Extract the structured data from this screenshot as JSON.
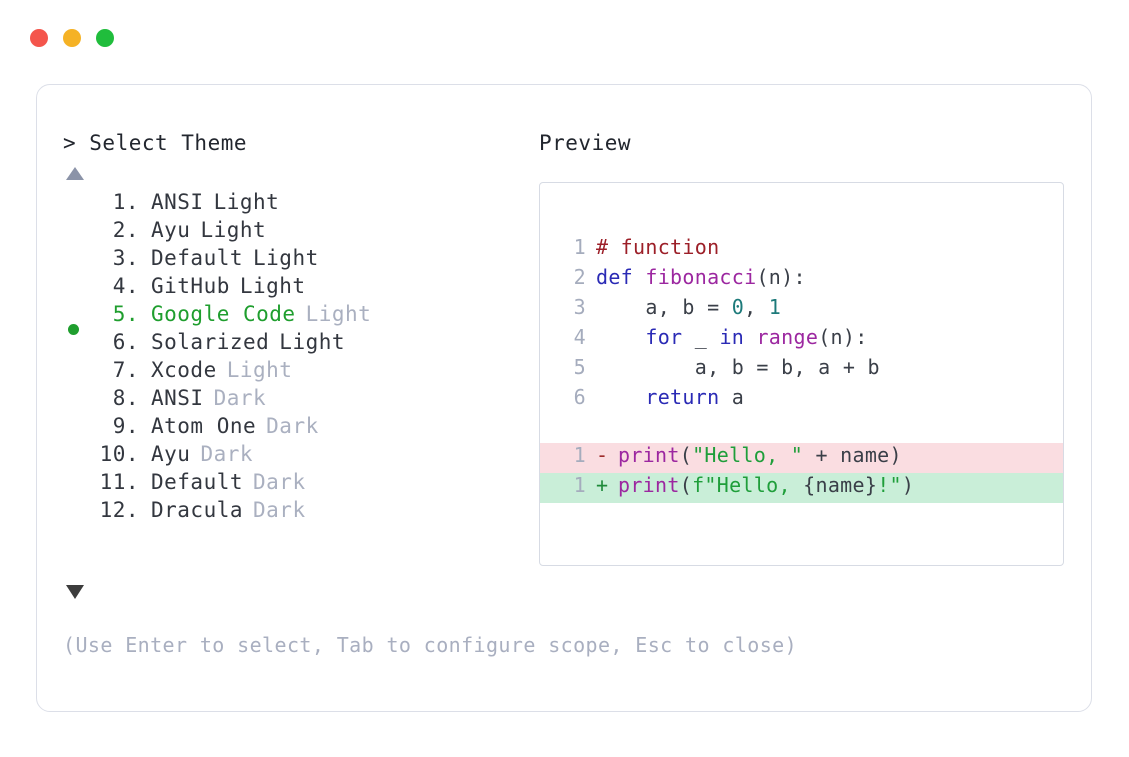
{
  "window": {
    "traffic_lights": [
      {
        "name": "close",
        "color": "#f4554c"
      },
      {
        "name": "minimize",
        "color": "#f5b225"
      },
      {
        "name": "maximize",
        "color": "#20bd3c"
      }
    ]
  },
  "left_panel": {
    "prompt": "> Select Theme",
    "scroll_up_icon": "triangle-up-icon",
    "scroll_down_icon": "triangle-down-icon",
    "selected_index": 5,
    "selected_color": "#1f9e2e",
    "items": [
      {
        "index": " 1.",
        "name": "ANSI",
        "variant": "Light",
        "variant_muted": false,
        "selected": false
      },
      {
        "index": " 2.",
        "name": "Ayu",
        "variant": "Light",
        "variant_muted": false,
        "selected": false
      },
      {
        "index": " 3.",
        "name": "Default",
        "variant": "Light",
        "variant_muted": false,
        "selected": false
      },
      {
        "index": " 4.",
        "name": "GitHub",
        "variant": "Light",
        "variant_muted": false,
        "selected": false
      },
      {
        "index": " 5.",
        "name": "Google Code",
        "variant": "Light",
        "variant_muted": true,
        "selected": true
      },
      {
        "index": " 6.",
        "name": "Solarized",
        "variant": "Light",
        "variant_muted": false,
        "selected": false
      },
      {
        "index": " 7.",
        "name": "Xcode",
        "variant": "Light",
        "variant_muted": true,
        "selected": false
      },
      {
        "index": " 8.",
        "name": "ANSI",
        "variant": "Dark",
        "variant_muted": true,
        "selected": false
      },
      {
        "index": " 9.",
        "name": "Atom One",
        "variant": "Dark",
        "variant_muted": true,
        "selected": false
      },
      {
        "index": "10.",
        "name": "Ayu",
        "variant": "Dark",
        "variant_muted": true,
        "selected": false
      },
      {
        "index": "11.",
        "name": "Default",
        "variant": "Dark",
        "variant_muted": true,
        "selected": false
      },
      {
        "index": "12.",
        "name": "Dracula",
        "variant": "Dark",
        "variant_muted": true,
        "selected": false
      }
    ]
  },
  "hint": "(Use Enter to select, Tab to configure scope, Esc to close)",
  "preview": {
    "title": "Preview",
    "code_lines": [
      {
        "num": "1",
        "tokens": [
          {
            "t": "# function",
            "c": "t-com"
          }
        ]
      },
      {
        "num": "2",
        "tokens": [
          {
            "t": "def ",
            "c": "t-kw"
          },
          {
            "t": "fibonacci",
            "c": "t-fn"
          },
          {
            "t": "(n):",
            "c": "t-pl"
          }
        ]
      },
      {
        "num": "3",
        "tokens": [
          {
            "t": "    a, b = ",
            "c": "t-pl"
          },
          {
            "t": "0",
            "c": "t-num"
          },
          {
            "t": ", ",
            "c": "t-pl"
          },
          {
            "t": "1",
            "c": "t-num"
          }
        ]
      },
      {
        "num": "4",
        "tokens": [
          {
            "t": "    ",
            "c": "t-pl"
          },
          {
            "t": "for",
            "c": "t-kw"
          },
          {
            "t": " _ ",
            "c": "t-pl"
          },
          {
            "t": "in",
            "c": "t-kw"
          },
          {
            "t": " ",
            "c": "t-pl"
          },
          {
            "t": "range",
            "c": "t-fn"
          },
          {
            "t": "(n):",
            "c": "t-pl"
          }
        ]
      },
      {
        "num": "5",
        "tokens": [
          {
            "t": "        a, b = b, a + b",
            "c": "t-pl"
          }
        ]
      },
      {
        "num": "6",
        "tokens": [
          {
            "t": "    ",
            "c": "t-pl"
          },
          {
            "t": "return",
            "c": "t-kw"
          },
          {
            "t": " a",
            "c": "t-pl"
          }
        ]
      }
    ],
    "diff_lines": [
      {
        "num": "1",
        "sign": "-",
        "kind": "minus",
        "bg": "#fadde1",
        "tokens": [
          {
            "t": "print",
            "c": "t-fn"
          },
          {
            "t": "(",
            "c": "t-pl"
          },
          {
            "t": "\"Hello, \"",
            "c": "t-str"
          },
          {
            "t": " + name)",
            "c": "t-pl"
          }
        ]
      },
      {
        "num": "1",
        "sign": "+",
        "kind": "plus",
        "bg": "#c9eed8",
        "tokens": [
          {
            "t": "print",
            "c": "t-fn"
          },
          {
            "t": "(",
            "c": "t-pl"
          },
          {
            "t": "f\"Hello, ",
            "c": "t-str"
          },
          {
            "t": "{name}",
            "c": "t-pl"
          },
          {
            "t": "!\"",
            "c": "t-str"
          },
          {
            "t": ")",
            "c": "t-pl"
          }
        ]
      }
    ]
  }
}
